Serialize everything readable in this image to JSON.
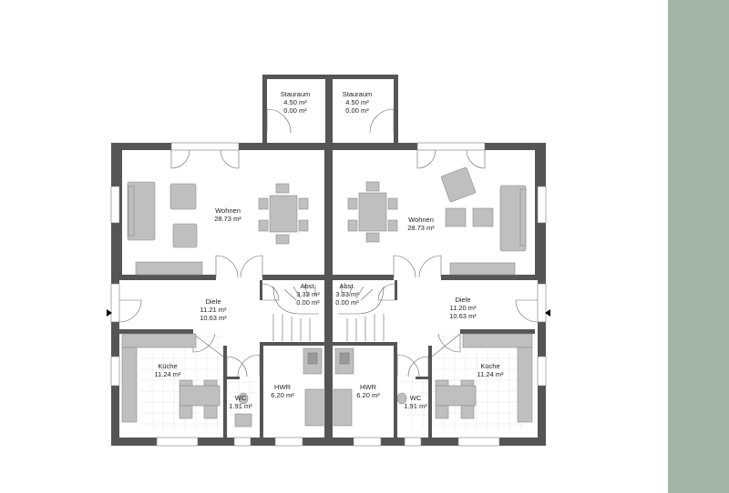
{
  "colors": {
    "side_panel": "#a3b5a7",
    "wall": "#555555",
    "furniture": "#bfbfbf"
  },
  "rooms": {
    "stauraum_left": {
      "name": "Stauraum",
      "area1": "4.50 m²",
      "area2": "0.00 m²"
    },
    "stauraum_right": {
      "name": "Stauraum",
      "area1": "4.50 m²",
      "area2": "0.00 m²"
    },
    "wohnen_left": {
      "name": "Wohnen",
      "area1": "28.73 m²"
    },
    "wohnen_right": {
      "name": "Wohnen",
      "area1": "28.73 m²"
    },
    "abst_left": {
      "name": "Abst.",
      "area1": "3.33 m²",
      "area2": "0.00 m²"
    },
    "abst_right": {
      "name": "Abst.",
      "area1": "3.33 m²",
      "area2": "0.00 m²"
    },
    "diele_left": {
      "name": "Diele",
      "area1": "11.21 m²",
      "area2": "10.63 m²"
    },
    "diele_right": {
      "name": "Diele",
      "area1": "11.20 m²",
      "area2": "10.63 m²"
    },
    "kueche_left": {
      "name": "Küche",
      "area1": "11.24 m²"
    },
    "kueche_right": {
      "name": "Küche",
      "area1": "11.24 m²"
    },
    "wc_left": {
      "name": "WC",
      "area1": "1.91 m²"
    },
    "wc_right": {
      "name": "WC",
      "area1": "1.91 m²"
    },
    "hwr_left": {
      "name": "HWR",
      "area1": "6.20 m²"
    },
    "hwr_right": {
      "name": "HWR",
      "area1": "6.20 m²"
    }
  }
}
